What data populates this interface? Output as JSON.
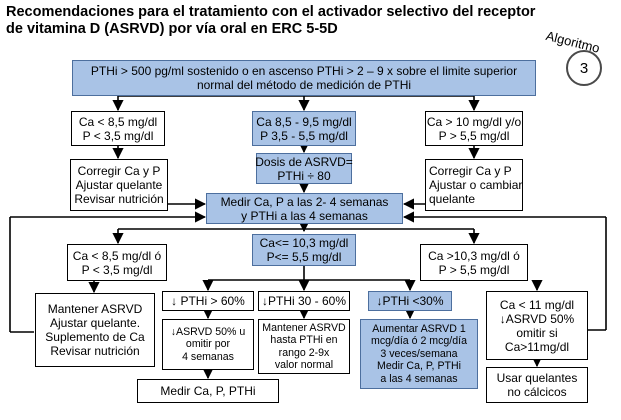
{
  "title": {
    "line1": "Recomendaciones para el tratamiento con el activador selectivo del receptor",
    "line2": "de vitamina D (ASRVD) por vía oral en ERC 5-5D"
  },
  "badge": {
    "label": "Algoritmo",
    "number": "3"
  },
  "top": {
    "line1": "PTHi > 500 pg/ml sostenido o en ascenso PTHi > 2 – 9 x sobre el limite superior",
    "line2": "normal del método de medición de PTHi"
  },
  "row1": {
    "left": [
      "Ca < 8,5 mg/dl",
      "P < 3,5 mg/dl"
    ],
    "mid": [
      "Ca 8,5 - 9,5 mg/dl",
      "P 3,5 - 5,5 mg/dl"
    ],
    "right": [
      "Ca > 10 mg/dl y/o",
      "P > 5,5 mg/dl"
    ]
  },
  "row2": {
    "left": [
      "Corregir Ca y P",
      "Ajustar quelante",
      "Revisar nutrición"
    ],
    "dose": [
      "Dosis de ASRVD=",
      "PTHi ÷ 80"
    ],
    "right": [
      "Corregir Ca y P",
      "Ajustar o cambiar",
      "quelante"
    ]
  },
  "measure": [
    "Medir Ca, P a las 2- 4 semanas",
    "y PTHi a las 4 semanas"
  ],
  "row3": {
    "left": [
      "Ca < 8,5 mg/dl ó",
      "P < 3,5 mg/dl"
    ],
    "mid": [
      "Ca<= 10,3 mg/dl",
      "P<= 5,5 mg/dl"
    ],
    "right": [
      "Ca >10,3 mg/dl ó",
      "P > 5,5 mg/dl"
    ]
  },
  "row4": {
    "maintain": [
      "Mantener ASRVD",
      "Ajustar quelante.",
      "Suplemento de Ca",
      "Revisar nutrición"
    ],
    "pth60": "↓ PTHi > 60%",
    "pth3060": "↓PTHi 30 - 60%",
    "pth30": "↓PTHi <30%",
    "ca11": [
      "Ca < 11 mg/dl",
      "↓ASRVD 50%",
      "omitir si",
      "Ca>11mg/dl"
    ]
  },
  "row5": {
    "reduce": [
      "↓ASRVD 50% u",
      "omitir por",
      "4 semanas"
    ],
    "keep": [
      "Mantener ASRVD",
      "hasta PTHi en",
      "rango 2-9x",
      "valor normal"
    ],
    "increase": [
      "Aumentar ASRVD 1",
      "mcg/día ó 2 mcg/día",
      "3 veces/semana",
      "Medir Ca, P, PTHi",
      "a las 4 semanas"
    ]
  },
  "bottom": {
    "measure": "Medir Ca, P, PTHi",
    "binders": [
      "Usar quelantes",
      "no cálcicos"
    ]
  }
}
